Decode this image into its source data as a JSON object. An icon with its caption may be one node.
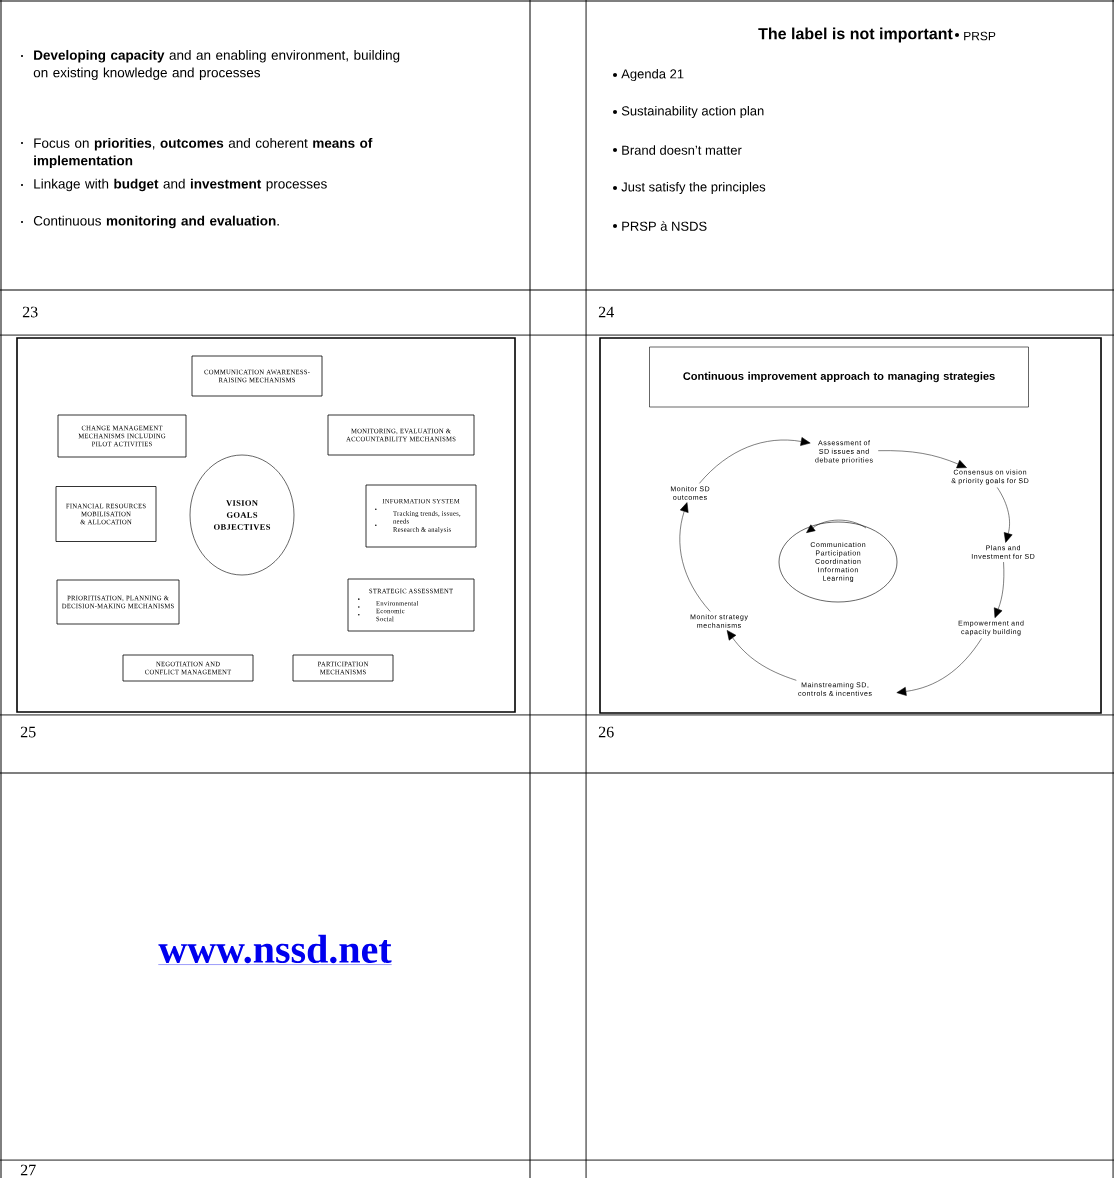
{
  "diagram": {
    "nodes": [
      {
        "text": [
          "COMMUNICATION AWARENESS-RAISING MECHANISMS"
        ]
      },
      {
        "text": [
          "CHANGE MANAGEMENT MECHANISMS INCLUDING PILOT ACTIVITIES"
        ]
      },
      {
        "text": [
          "MONITORING, EVALUATION & ACCOUNTABILITY MECHANISMS"
        ]
      },
      {
        "text": [
          "FINANCIAL RESOURCES MOBILISATION & ALLOCATION"
        ]
      },
      {
        "text": [
          "VISION GOALS OBJECTIVES"
        ]
      },
      {
        "text": [
          "INFORMATION SYSTEM",
          "Tracking trends, issues, needs",
          "Research & analysis"
        ]
      },
      {
        "text": [
          "PRIORITISATION, PLANNING & DECISION-MAKING MECHANISMS"
        ]
      },
      {
        "text": [
          "STRATEGIC ASSESSMENT",
          "Environmental",
          "Economic",
          "Social"
        ]
      },
      {
        "text": [
          "NEGOTIATION AND CONFLICT MANAGEMENT"
        ]
      },
      {
        "text": [
          "PARTICIPATION MECHANISMS"
        ]
      },
      {
        "text": [
          "Continuous improvement approach to managing strategies"
        ]
      },
      {
        "text": [
          "Assessment of SD issues and debate priorities"
        ]
      },
      {
        "text": [
          "Consensus on vision & priority goals for SD"
        ]
      },
      {
        "text": [
          "Plans and Investment for SD"
        ]
      },
      {
        "text": [
          "Empowerment and capacity building"
        ]
      },
      {
        "text": [
          "Mainstreaming SD, controls & incentives"
        ]
      },
      {
        "text": [
          "Monitor strategy mechanisms"
        ]
      },
      {
        "text": [
          "Monitor SD outcomes"
        ]
      },
      {
        "text": [
          "Communication Participation Coordination Information Learning"
        ]
      }
    ],
    "edges": [
      {
        "from": 11,
        "to": 12,
        "arrow": "to"
      },
      {
        "from": 12,
        "to": 13,
        "arrow": "to"
      },
      {
        "from": 13,
        "to": 14,
        "arrow": "to"
      },
      {
        "from": 14,
        "to": 15,
        "arrow": "to"
      },
      {
        "from": 15,
        "to": 16,
        "arrow": "to"
      },
      {
        "from": 16,
        "to": 17,
        "arrow": "to"
      },
      {
        "from": 17,
        "to": 11,
        "arrow": "to"
      }
    ],
    "labels": [
      "**Developing capacity** and an enabling environment, building on existing knowledge and processes",
      "Focus on **priorities**, **outcomes** and coherent **means of implementation**",
      "Linkage with **budget** and **investment** processes",
      "Continuous **monitoring and evaluation**.",
      "The label is not important",
      "PRSP",
      "Agenda 21",
      "Sustainability action plan",
      "Brand doesn’t matter",
      "Just satisfy the principles",
      "PRSP à NSDS",
      "23",
      "24",
      "25",
      "26",
      "www.nssd.net",
      "27"
    ]
  }
}
